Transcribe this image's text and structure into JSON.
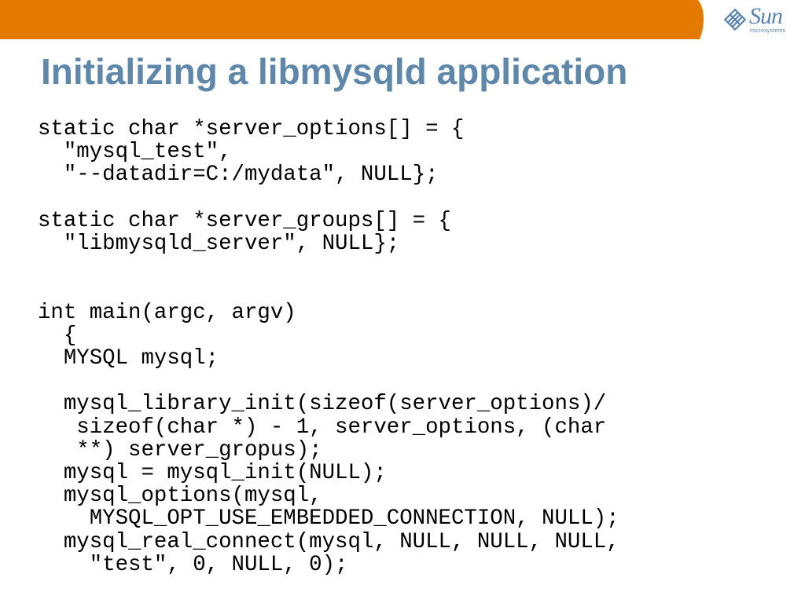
{
  "brand": {
    "logo_name": "Sun",
    "logo_subtext": "microsystems",
    "header_bar_color": "#e47a00",
    "title_color": "#5e87aa"
  },
  "slide": {
    "title": "Initializing a libmysqld application",
    "code": "static char *server_options[] = {\n  \"mysql_test\",\n  \"--datadir=C:/mydata\", NULL};\n\nstatic char *server_groups[] = {\n  \"libmysqld_server\", NULL};\n\n\nint main(argc, argv)\n  {\n  MYSQL mysql;\n\n  mysql_library_init(sizeof(server_options)/\n   sizeof(char *) - 1, server_options, (char\n   **) server_gropus);\n  mysql = mysql_init(NULL);\n  mysql_options(mysql,\n    MYSQL_OPT_USE_EMBEDDED_CONNECTION, NULL);\n  mysql_real_connect(mysql, NULL, NULL, NULL,\n    \"test\", 0, NULL, 0);"
  }
}
